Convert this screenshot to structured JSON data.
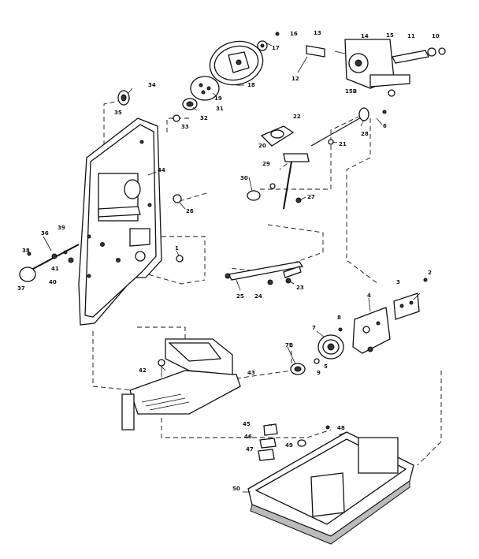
{
  "diagram": {
    "callouts": [
      {
        "id": "c16",
        "text": "16"
      },
      {
        "id": "c17",
        "text": "17"
      },
      {
        "id": "c13",
        "text": "13"
      },
      {
        "id": "c14",
        "text": "14"
      },
      {
        "id": "c15",
        "text": "15"
      },
      {
        "id": "c11",
        "text": "11"
      },
      {
        "id": "c10",
        "text": "10"
      },
      {
        "id": "c12",
        "text": "12"
      },
      {
        "id": "c15b",
        "text": "15B"
      },
      {
        "id": "c18",
        "text": "18"
      },
      {
        "id": "c19",
        "text": "19"
      },
      {
        "id": "c31",
        "text": "31"
      },
      {
        "id": "c32",
        "text": "32"
      },
      {
        "id": "c33",
        "text": "33"
      },
      {
        "id": "c34",
        "text": "34"
      },
      {
        "id": "c35",
        "text": "35"
      },
      {
        "id": "c22",
        "text": "22"
      },
      {
        "id": "c20",
        "text": "20"
      },
      {
        "id": "c21",
        "text": "21"
      },
      {
        "id": "c6",
        "text": "6"
      },
      {
        "id": "c28",
        "text": "28"
      },
      {
        "id": "c44",
        "text": "44"
      },
      {
        "id": "c26",
        "text": "26"
      },
      {
        "id": "c30",
        "text": "30"
      },
      {
        "id": "c29",
        "text": "29"
      },
      {
        "id": "c27",
        "text": "27"
      },
      {
        "id": "c1",
        "text": "1"
      },
      {
        "id": "c36",
        "text": "36"
      },
      {
        "id": "c39",
        "text": "39"
      },
      {
        "id": "c38",
        "text": "38"
      },
      {
        "id": "c41",
        "text": "41"
      },
      {
        "id": "c40",
        "text": "40"
      },
      {
        "id": "c37",
        "text": "37"
      },
      {
        "id": "c25",
        "text": "25"
      },
      {
        "id": "c24",
        "text": "24"
      },
      {
        "id": "c23",
        "text": "23"
      },
      {
        "id": "c3",
        "text": "3"
      },
      {
        "id": "c2",
        "text": "2"
      },
      {
        "id": "c4",
        "text": "4"
      },
      {
        "id": "c8",
        "text": "8"
      },
      {
        "id": "c7",
        "text": "7"
      },
      {
        "id": "c7b",
        "text": "7B"
      },
      {
        "id": "c9",
        "text": "9"
      },
      {
        "id": "c5",
        "text": "5"
      },
      {
        "id": "c42",
        "text": "42"
      },
      {
        "id": "c43",
        "text": "43"
      },
      {
        "id": "c45",
        "text": "45"
      },
      {
        "id": "c46",
        "text": "46"
      },
      {
        "id": "c47",
        "text": "47"
      },
      {
        "id": "c49",
        "text": "49"
      },
      {
        "id": "c48",
        "text": "48"
      },
      {
        "id": "c50",
        "text": "50"
      }
    ]
  }
}
